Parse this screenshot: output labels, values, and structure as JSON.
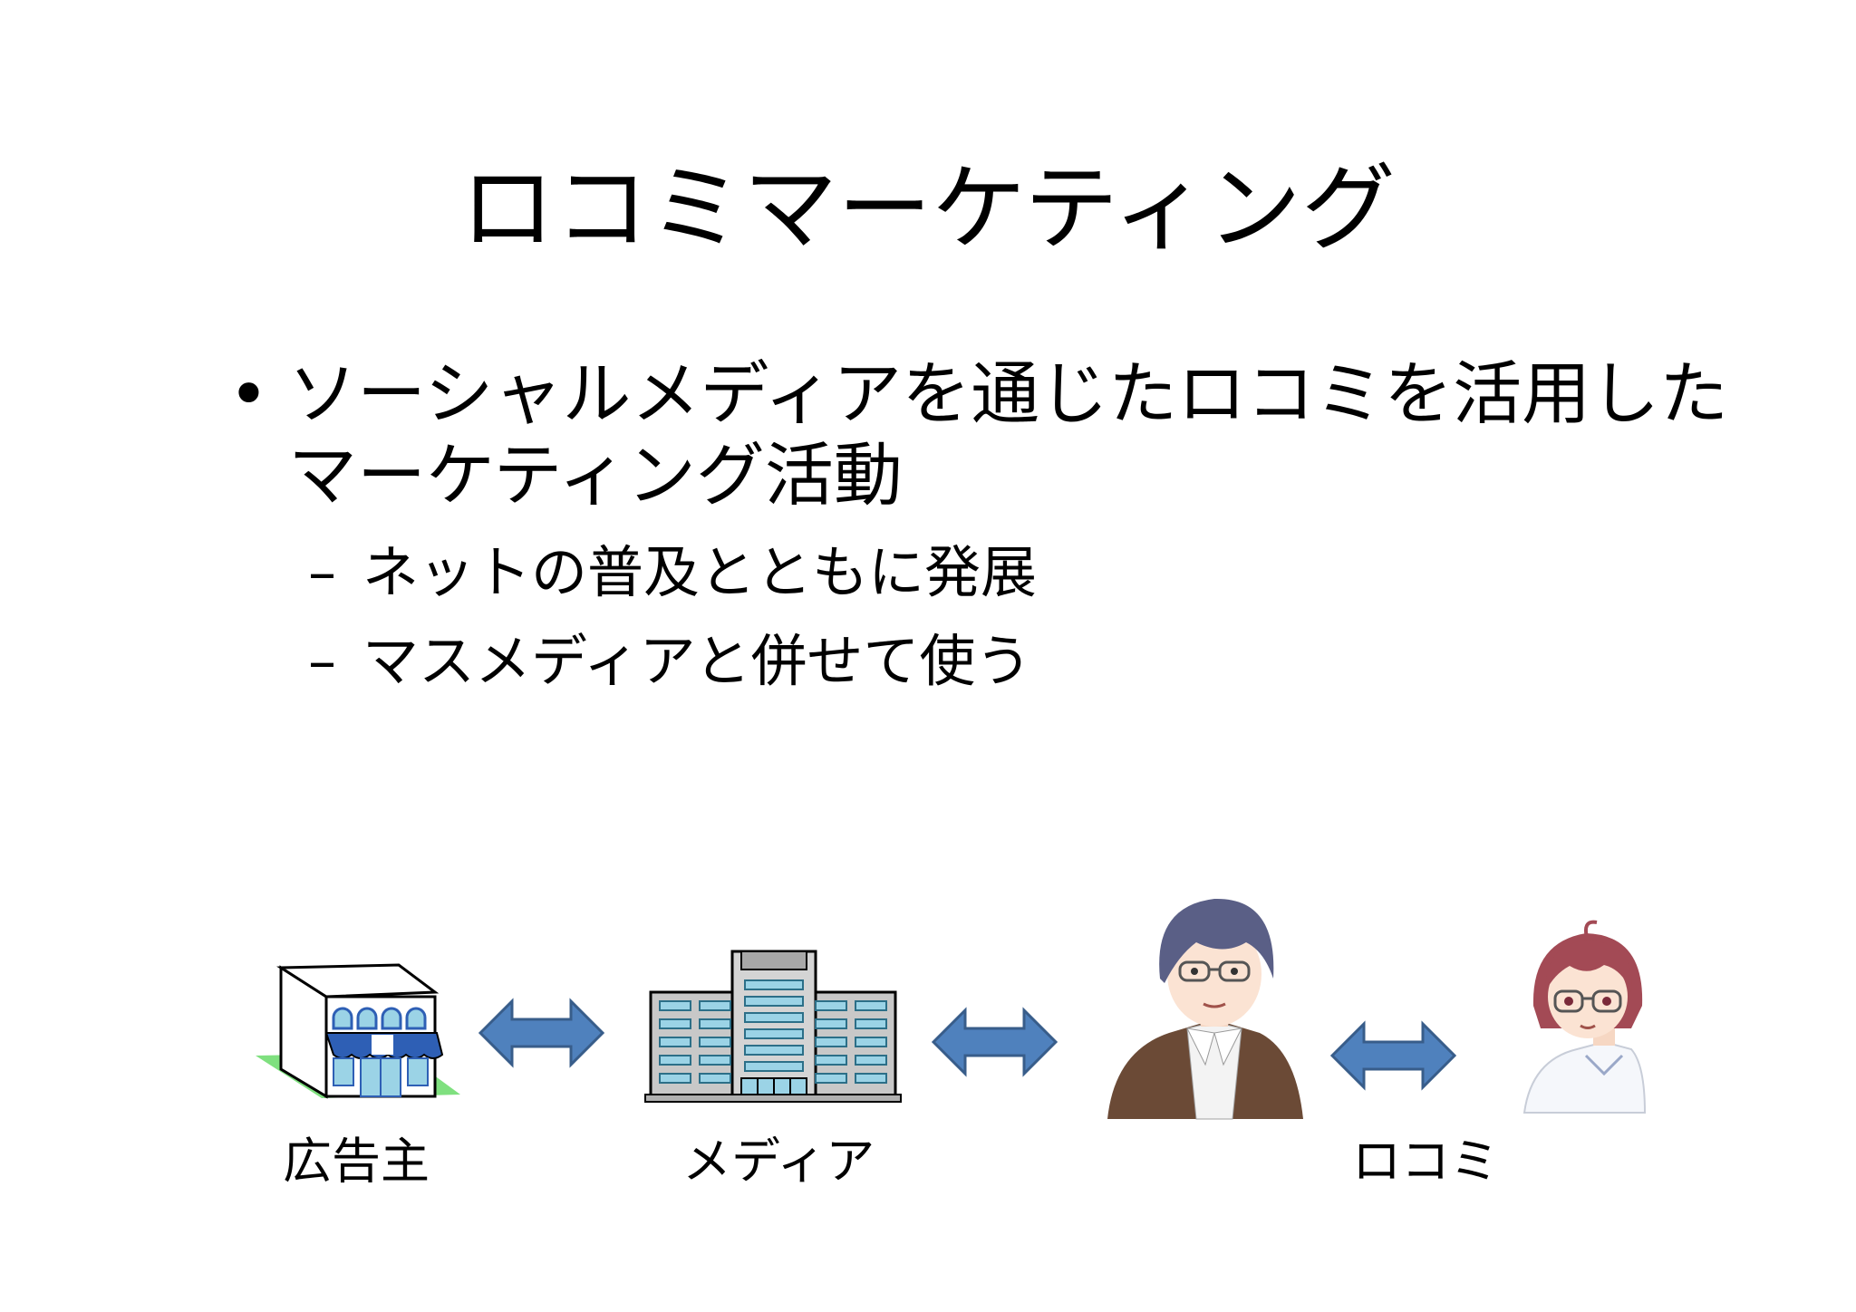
{
  "slide": {
    "title": "ロコミマーケティング",
    "bullet": {
      "marker": "•",
      "line1": "ソーシャルメディアを通じたロコミを活用した",
      "line2": "マーケティング活動",
      "sub_items": [
        {
          "marker": "–",
          "text": "ネットの普及とともに発展"
        },
        {
          "marker": "–",
          "text": "マスメディアと併せて使う"
        }
      ]
    }
  },
  "figure": {
    "labels": {
      "advertiser": "広告主",
      "media": "メディア",
      "word_of_mouth": "ロコミ"
    },
    "icons": [
      "store-icon",
      "office-building-icon",
      "man-with-glasses-icon",
      "woman-with-glasses-icon",
      "double-arrow-icon"
    ],
    "colors": {
      "arrow_fill": "#4f81bd",
      "arrow_stroke": "#385d8a",
      "building_glass": "#9bd3e6",
      "store_awning": "#2e5fb5",
      "grass": "#7fe07f",
      "suit": "#6b4a36",
      "hair_man": "#5a5f86",
      "hair_woman": "#a34a55"
    }
  }
}
